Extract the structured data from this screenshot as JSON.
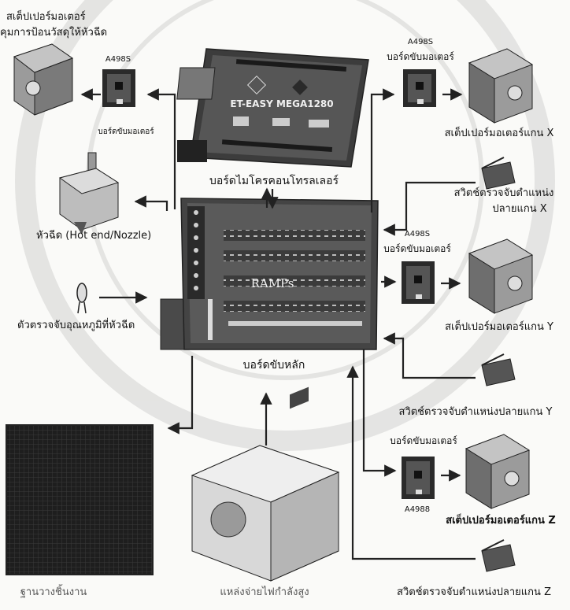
{
  "labels": {
    "extruder_motor_line1": "สเต็ปเปอร์มอเตอร์",
    "extruder_motor_line2": "คุมการป้อนวัสดุให้หัวฉีด",
    "driver_chip": "A498S",
    "driver_chip_z": "A4988",
    "driver_board": "บอร์ดขับมอเตอร์",
    "mcu_chip": "ET-EASY MEGA1280",
    "mcu_board": "บอร์ดไมโครคอนโทรลเลอร์",
    "hotend": "หัวฉีด (Hot end/Nozzle)",
    "temp_sensor": "ตัวตรวจจับอุณหภูมิที่หัวฉีด",
    "ramps_chip": "RAMPs",
    "main_board": "บอร์ดขับหลัก",
    "motor_x": "สเต็ปเปอร์มอเตอร์แกน X",
    "switch_x_line1": "สวิตช์ตรวจจับตำแหน่ง",
    "switch_x_line2": "ปลายแกน X",
    "motor_y": "สเต็ปเปอร์มอเตอร์แกน Y",
    "switch_y": "สวิตช์ตรวจจับตำแหน่งปลายแกน Y",
    "motor_z": "สเต็ปเปอร์มอเตอร์แกน Z",
    "switch_z": "สวิตช์ตรวจจับตำแหน่งปลายแกน Z",
    "bed": "ฐานวางชิ้นงาน",
    "psu": "แหล่งจ่ายไฟกำลังสูง"
  }
}
